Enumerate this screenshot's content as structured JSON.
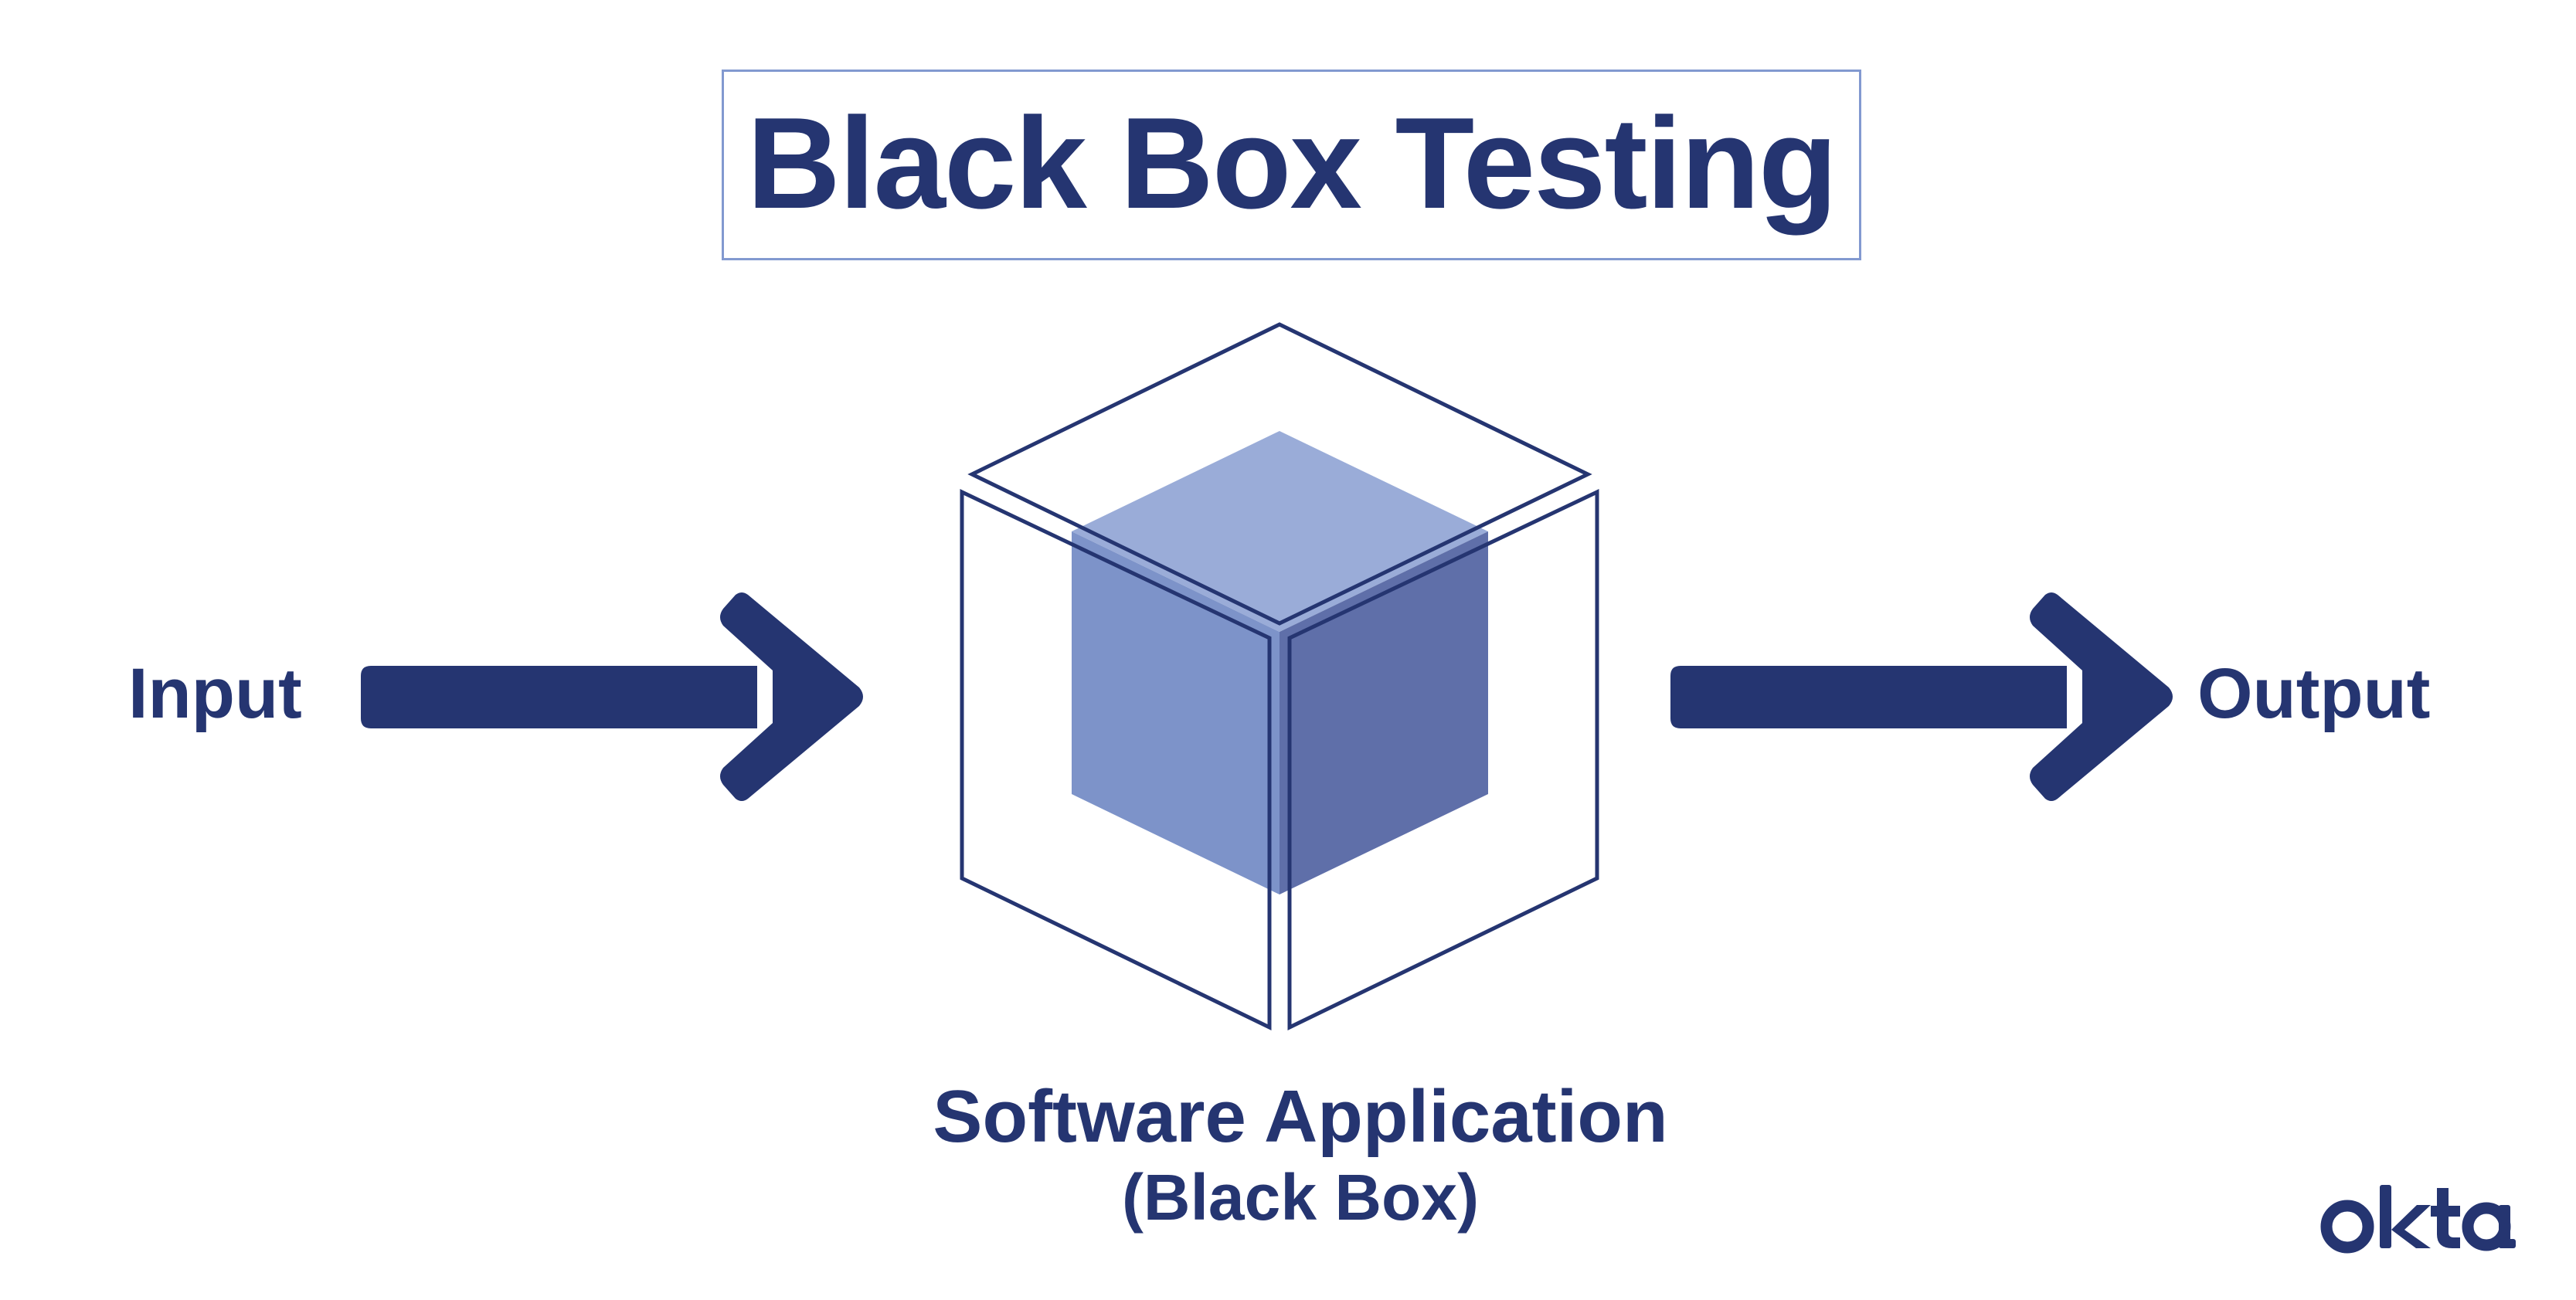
{
  "title": "Black Box Testing",
  "input_label": "Input",
  "output_label": "Output",
  "box_label": "Software Application",
  "box_sublabel": "(Black Box)",
  "brand": {
    "name": "okta",
    "logo_icon": "okta-wordmark"
  },
  "colors": {
    "primary": "#253571",
    "title_border": "#8299d0",
    "cube_top": "#9aacd8",
    "cube_left": "#7d93c9",
    "cube_right": "#5f6fa9",
    "background": "#ffffff"
  },
  "icons": {
    "input_arrow": "arrow-right-icon",
    "output_arrow": "arrow-right-icon",
    "box": "cube-icon"
  }
}
